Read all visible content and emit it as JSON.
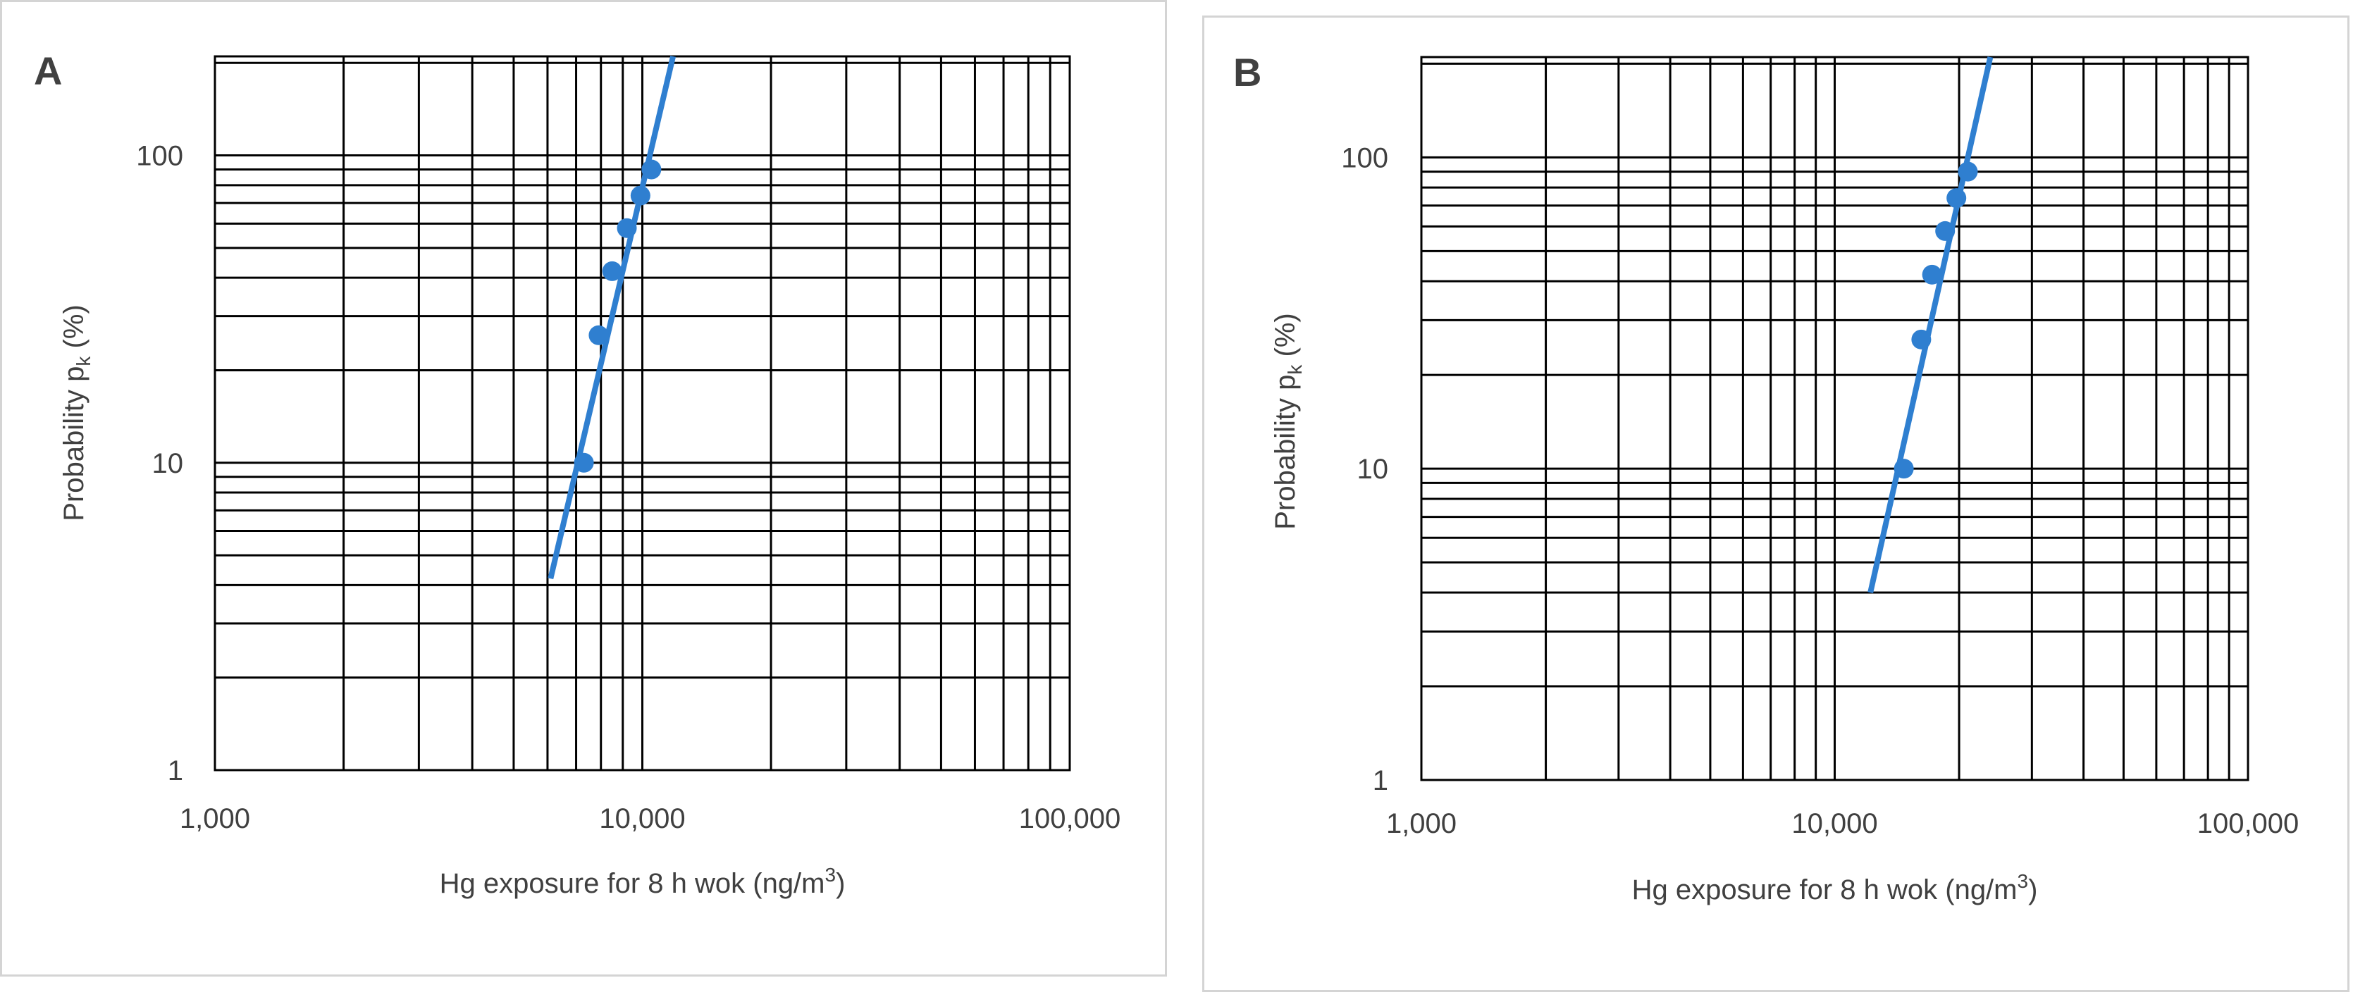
{
  "colors": {
    "series": "#2f7fd0",
    "grid": "#000000",
    "text": "#404040",
    "frame": "#d4d4d4"
  },
  "chart_data": [
    {
      "panel_label": "A",
      "type": "scatter",
      "xlabel_main": "Hg exposure for 8 h wok (ng/m",
      "xlabel_sup": "3",
      "xlabel_end": ")",
      "ylabel_main": "Probability p",
      "ylabel_sub": "k",
      "ylabel_end": " (%)",
      "xscale": "log",
      "yscale": "log",
      "xlim": [
        1000,
        100000
      ],
      "ylim": [
        1,
        210
      ],
      "x_tick_labels": [
        {
          "value": 1000,
          "label": "1,000"
        },
        {
          "value": 10000,
          "label": "10,000"
        },
        {
          "value": 100000,
          "label": "100,000"
        }
      ],
      "y_tick_labels": [
        {
          "value": 1,
          "label": "1"
        },
        {
          "value": 10,
          "label": "10"
        },
        {
          "value": 100,
          "label": "100"
        }
      ],
      "grid": true,
      "legend": "none",
      "points": [
        {
          "x": 7300,
          "y": 10
        },
        {
          "x": 7900,
          "y": 26
        },
        {
          "x": 8500,
          "y": 42
        },
        {
          "x": 9200,
          "y": 58
        },
        {
          "x": 9900,
          "y": 74
        },
        {
          "x": 10500,
          "y": 90
        }
      ],
      "trendline": [
        {
          "x": 6100,
          "y": 4.2
        },
        {
          "x": 11800,
          "y": 210
        }
      ]
    },
    {
      "panel_label": "B",
      "type": "scatter",
      "xlabel_main": "Hg exposure for 8 h wok (ng/m",
      "xlabel_sup": "3",
      "xlabel_end": ")",
      "ylabel_main": "Probability p",
      "ylabel_sub": "k",
      "ylabel_end": " (%)",
      "xscale": "log",
      "yscale": "log",
      "xlim": [
        1000,
        100000
      ],
      "ylim": [
        1,
        210
      ],
      "x_tick_labels": [
        {
          "value": 1000,
          "label": "1,000"
        },
        {
          "value": 10000,
          "label": "10,000"
        },
        {
          "value": 100000,
          "label": "100,000"
        }
      ],
      "y_tick_labels": [
        {
          "value": 1,
          "label": "1"
        },
        {
          "value": 10,
          "label": "10"
        },
        {
          "value": 100,
          "label": "100"
        }
      ],
      "grid": true,
      "legend": "none",
      "points": [
        {
          "x": 14700,
          "y": 10
        },
        {
          "x": 16200,
          "y": 26
        },
        {
          "x": 17200,
          "y": 42
        },
        {
          "x": 18500,
          "y": 58
        },
        {
          "x": 19700,
          "y": 74
        },
        {
          "x": 21000,
          "y": 90
        }
      ],
      "trendline": [
        {
          "x": 12200,
          "y": 4.0
        },
        {
          "x": 23800,
          "y": 210
        }
      ]
    }
  ]
}
